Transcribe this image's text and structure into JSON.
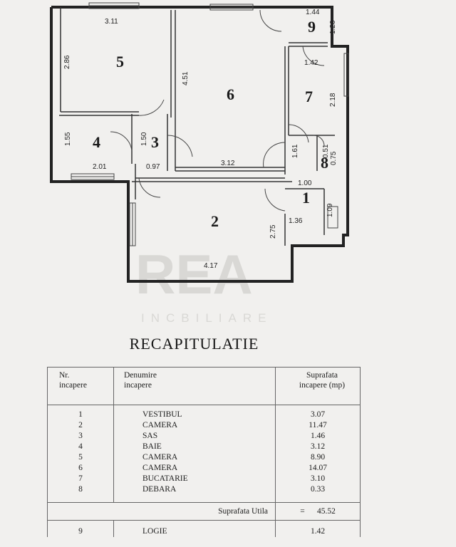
{
  "plan": {
    "rooms": [
      {
        "number": "1"
      },
      {
        "number": "2"
      },
      {
        "number": "3"
      },
      {
        "number": "4"
      },
      {
        "number": "5"
      },
      {
        "number": "6"
      },
      {
        "number": "7"
      },
      {
        "number": "8"
      },
      {
        "number": "9"
      }
    ],
    "dimensions": {
      "r5_width": "3.11",
      "r5_height": "2.86",
      "r6_height": "4.51",
      "r6_width": "3.12",
      "r4_height": "1.55",
      "r4_width": "2.01",
      "r3_height": "1.50",
      "r3_width": "0.97",
      "r9_width": "1.44",
      "r9_height": "1.26",
      "r7_width": "1.42",
      "r7_height": "2.18",
      "r8_height": "0.51",
      "r8_width": "0.75",
      "hall_height": "1.61",
      "r1_width": "1.00",
      "r1_height": "1.09",
      "r2_side": "1.36",
      "r2_height": "2.75",
      "r2_width": "4.17"
    },
    "watermark": "INCBILIARE"
  },
  "recap": {
    "title": "RECAPITULATIE",
    "headers": {
      "nr": "Nr.\nincapere",
      "name": "Denumire\nincapere",
      "area": "Suprafata\nincapere (mp)"
    },
    "rows": [
      {
        "nr": "1",
        "name": "VESTIBUL",
        "area": "3.07"
      },
      {
        "nr": "2",
        "name": "CAMERA",
        "area": "11.47"
      },
      {
        "nr": "3",
        "name": "SAS",
        "area": "1.46"
      },
      {
        "nr": "4",
        "name": "BAIE",
        "area": "3.12"
      },
      {
        "nr": "5",
        "name": "CAMERA",
        "area": "8.90"
      },
      {
        "nr": "6",
        "name": "CAMERA",
        "area": "14.07"
      },
      {
        "nr": "7",
        "name": "BUCATARIE",
        "area": "3.10"
      },
      {
        "nr": "8",
        "name": "DEBARA",
        "area": "0.33"
      }
    ],
    "total": {
      "label": "Suprafata Utila",
      "eq": "=",
      "value": "45.52"
    },
    "extra": {
      "nr": "9",
      "name": "LOGIE",
      "area": "1.42"
    }
  }
}
